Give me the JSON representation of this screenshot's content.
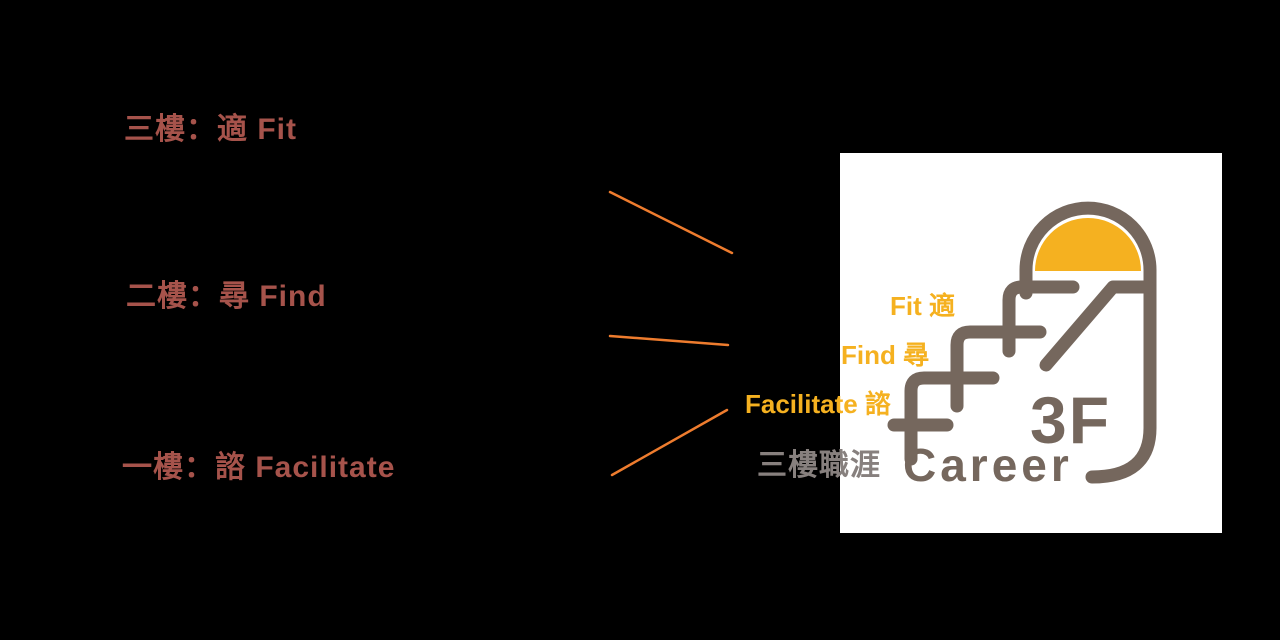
{
  "floors": [
    {
      "label": "三樓：適 Fit"
    },
    {
      "label": "二樓：尋 Find"
    },
    {
      "label": "一樓：諮 Facilitate"
    }
  ],
  "logo": {
    "labels": {
      "fit": "Fit 適",
      "find": "Find 尋",
      "facilitate": "Facilitate 諮",
      "career_zh": "三樓職涯"
    },
    "brand_number": "3F",
    "brand_name": "Career"
  },
  "colors": {
    "background": "#000000",
    "floor_label": "#A6534B",
    "connector": "#EE7C2E",
    "logo_bg": "#FFFFFF",
    "logo_stroke": "#75675D",
    "logo_yellow": "#F5B120",
    "career_zh_gray": "#87807E"
  }
}
